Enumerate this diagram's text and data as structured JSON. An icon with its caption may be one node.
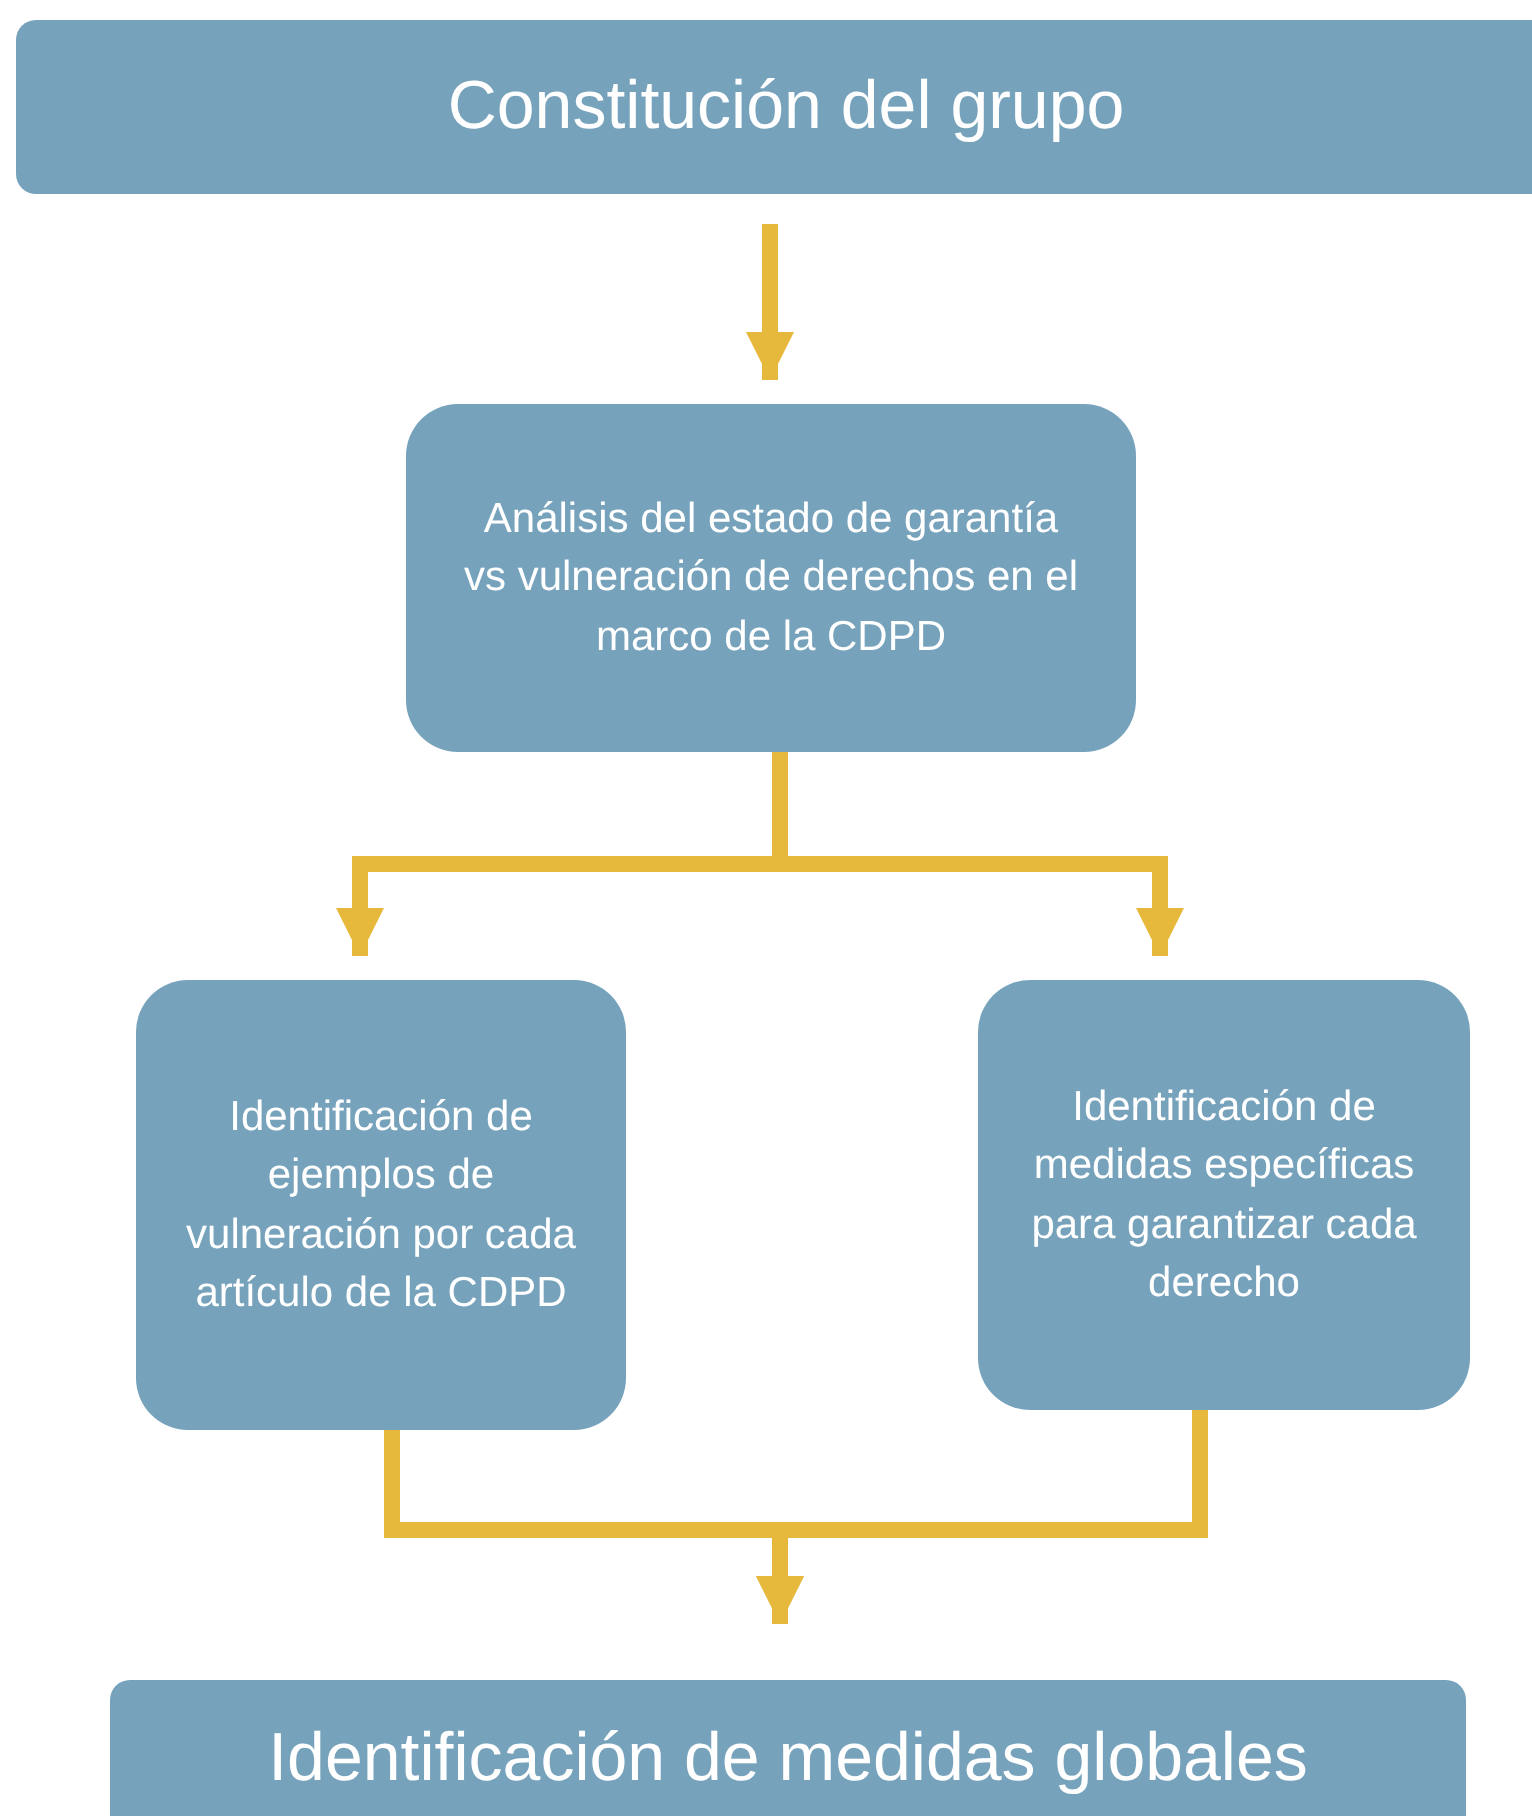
{
  "diagram": {
    "nodes": [
      {
        "text": [
          "Constitución del grupo"
        ]
      },
      {
        "text": [
          "Análisis del estado de garantía vs vulneración de derechos en el marco de la CDPD"
        ]
      },
      {
        "text": [
          "Identificación de ejemplos de vulneración por cada artículo de la CDPD"
        ]
      },
      {
        "text": [
          "Identificación de medidas específicas para garantizar cada derecho"
        ]
      },
      {
        "text": [
          "Identificación de medidas globales"
        ]
      }
    ],
    "edges": [
      {
        "from": 0,
        "to": 1,
        "arrow": "to"
      },
      {
        "from": 1,
        "to": 2,
        "arrow": "to"
      },
      {
        "from": 1,
        "to": 3,
        "arrow": "to"
      },
      {
        "from": 2,
        "to": 4,
        "arrow": "to"
      },
      {
        "from": 3,
        "to": 4,
        "arrow": "to"
      }
    ]
  }
}
